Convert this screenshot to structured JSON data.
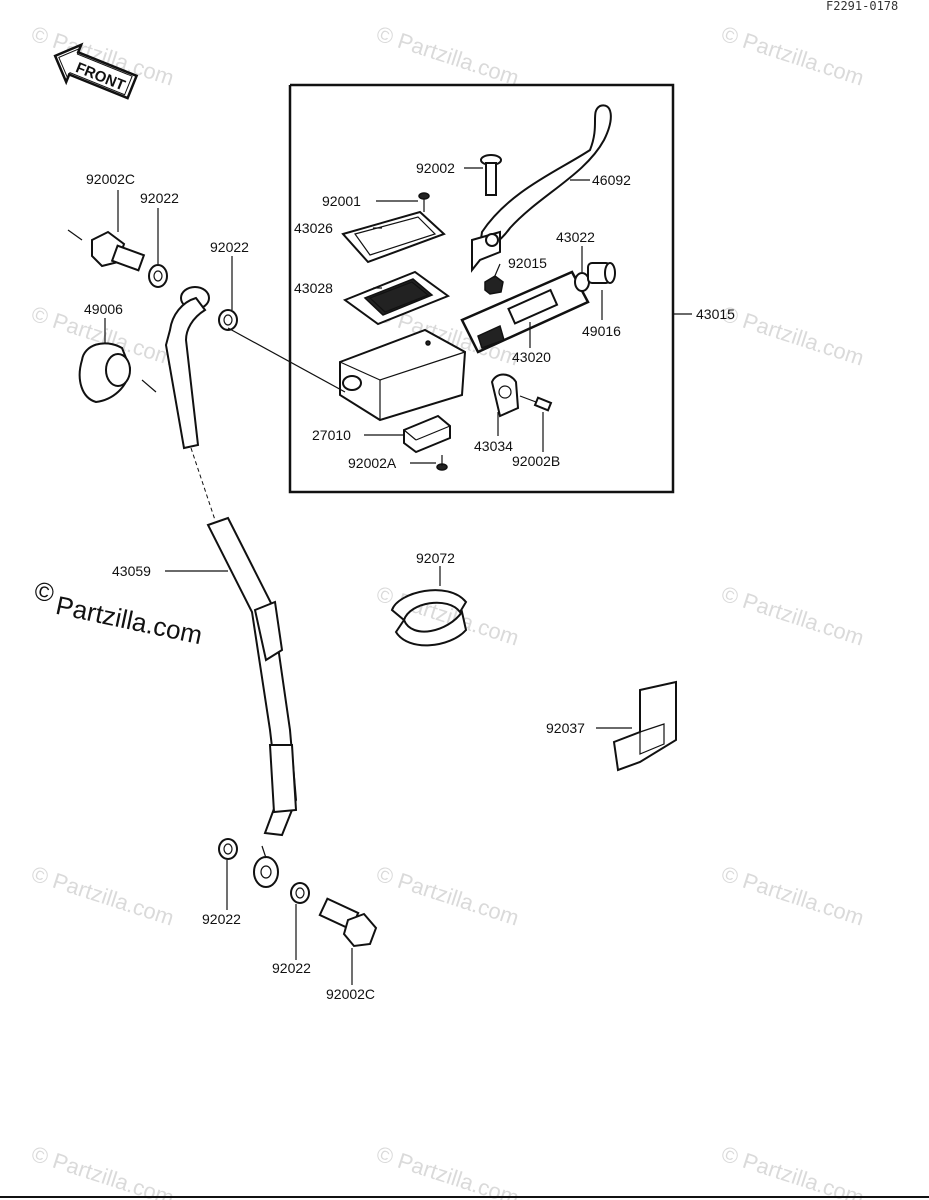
{
  "drawing_code": "F2291-0178",
  "direction_label": "FRONT",
  "watermark": {
    "small": "© Partzilla.com",
    "large_symbol": "©",
    "large_text": "Partzilla.com"
  },
  "parts": {
    "p92002C_top": "92002C",
    "p92022_a": "92022",
    "p92022_b": "92022",
    "p49006": "49006",
    "p92002": "92002",
    "p46092": "46092",
    "p92001": "92001",
    "p43026": "43026",
    "p43022": "43022",
    "p92015": "92015",
    "p43028": "43028",
    "p49016": "49016",
    "p43015": "43015",
    "p43020": "43020",
    "p27010": "27010",
    "p43034": "43034",
    "p92002A": "92002A",
    "p92002B": "92002B",
    "p92072": "92072",
    "p43059": "43059",
    "p92037": "92037",
    "p92022_c": "92022",
    "p92022_d": "92022",
    "p92002C_bottom": "92002C"
  }
}
